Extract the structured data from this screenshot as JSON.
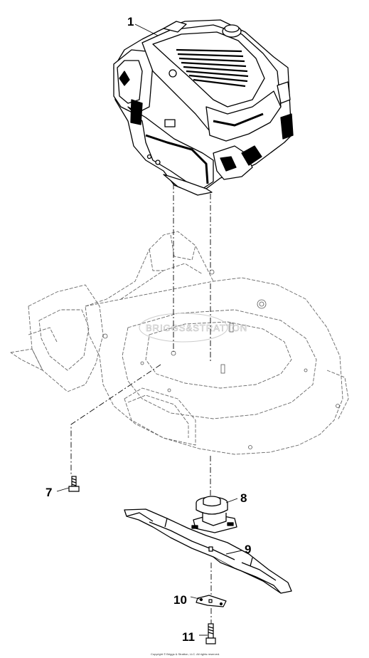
{
  "callouts": {
    "engine": "1",
    "bolt": "7",
    "adapter": "8",
    "blade": "9",
    "stiffener": "10",
    "blade_bolt": "11"
  },
  "watermark": "BRIGGS&STRATTON",
  "copyright": "Copyright © Briggs & Stratton, LLC. All rights reserved."
}
